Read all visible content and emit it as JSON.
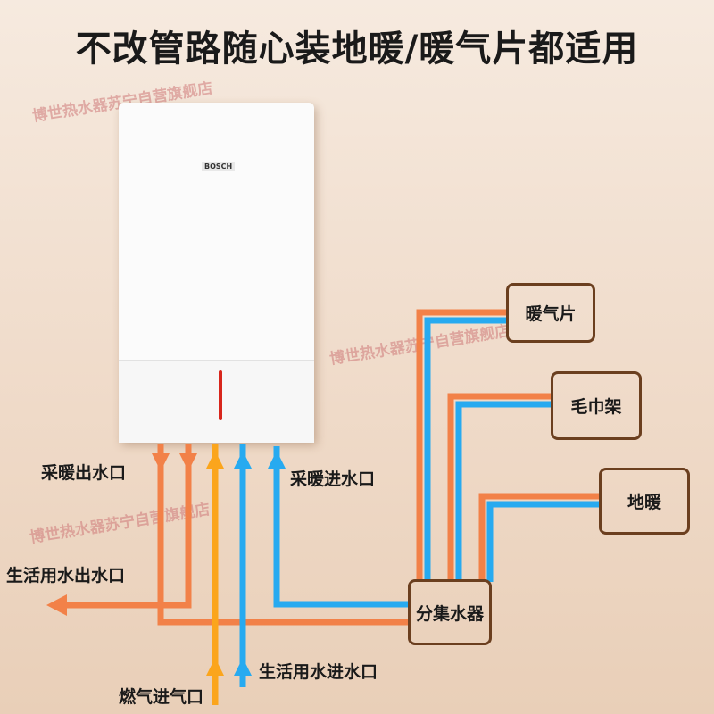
{
  "title": "不改管路随心装地暖/暖气片都适用",
  "watermark": "博世热水器苏宁自营旗舰店",
  "boiler": {
    "brand": "BOSCH"
  },
  "labels": {
    "heating_out": "采暖出水口",
    "heating_in": "采暖进水口",
    "domestic_out": "生活用水出水口",
    "domestic_in": "生活用水进水口",
    "gas_in": "燃气进气口"
  },
  "boxes": {
    "manifold": "分集水器",
    "radiator": "暖气片",
    "towel_rack": "毛巾架",
    "floor_heating": "地暖"
  },
  "colors": {
    "hot": "#f28148",
    "cold": "#27aaf0",
    "gas": "#fba51c",
    "box_border": "#6b3f1f"
  }
}
